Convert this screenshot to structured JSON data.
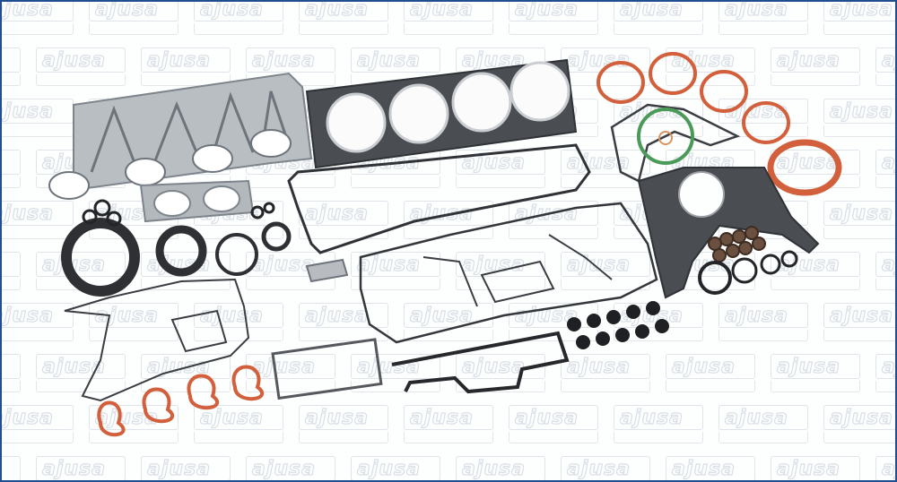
{
  "image": {
    "subject": "Full engine gasket set product photo",
    "watermark_text": "ajusa",
    "border_color": "#1f4f91",
    "background": "#fdfefe"
  },
  "colors": {
    "metal_gasket": "#9aa0a6",
    "graphite_gasket": "#3a3d42",
    "rubber_black": "#2a2c30",
    "orange_seal": "#d2603c",
    "green_oring": "#4c9a5a",
    "copper_washer": "#d9935e",
    "watermark_stroke": "#d9dfe6"
  },
  "parts": [
    {
      "name": "exhaust-manifold-heat-shield",
      "label": "Exhaust manifold heat shield"
    },
    {
      "name": "cylinder-head-gasket",
      "label": "Cylinder head gasket (4 cylinders)"
    },
    {
      "name": "valve-cover-gasket",
      "label": "Valve cover gasket"
    },
    {
      "name": "oil-pan-gasket",
      "label": "Oil pan gasket"
    },
    {
      "name": "timing-cover-gasket",
      "label": "Timing cover gasket"
    },
    {
      "name": "intake-manifold-seals",
      "label": "Intake manifold seals (orange, 4x)"
    },
    {
      "name": "throttle-body-seals",
      "label": "Round orange seals (5x)"
    },
    {
      "name": "crankshaft-oil-seals",
      "label": "Crankshaft oil seals"
    },
    {
      "name": "valve-stem-seals",
      "label": "Valve stem seals (8x)"
    },
    {
      "name": "spark-plug-seals",
      "label": "Black rubber caps (10x)"
    },
    {
      "name": "o-rings",
      "label": "Assorted O-rings"
    },
    {
      "name": "exhaust-flange-gaskets",
      "label": "Exhaust flange gaskets"
    },
    {
      "name": "rear-cover-gasket",
      "label": "Rear cover gasket"
    }
  ]
}
